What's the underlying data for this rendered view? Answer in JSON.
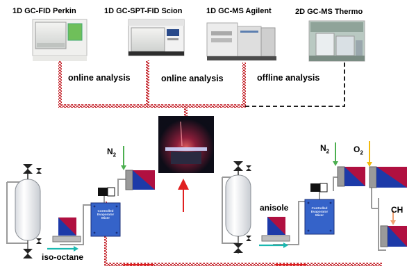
{
  "instruments": [
    {
      "label": "1D GC-FID Perkin"
    },
    {
      "label": "1D GC-SPT-FID Scion"
    },
    {
      "label": "1D GC-MS Agilent"
    },
    {
      "label": "2D GC-MS Thermo"
    }
  ],
  "analysis_labels": [
    {
      "label": "online analysis"
    },
    {
      "label": "online analysis"
    },
    {
      "label": "offline analysis"
    }
  ],
  "gases": {
    "n2": "N",
    "n2_sub": "2",
    "o2": "O",
    "o2_sub": "2",
    "ch_partial": "CH"
  },
  "liquids": {
    "left": "iso-octane",
    "right": "anisole"
  },
  "cem": {
    "line1": "Controlled",
    "line2": "Evaporator",
    "line3": "Mixer"
  },
  "colors": {
    "heated_line": "#c0141c",
    "flow_arrow": "#e02020",
    "liquid_arrow": "#19b8b0",
    "n2_arrow": "#4caf50",
    "o2_arrow": "#f2b90c",
    "ch_arrow": "#f0a070",
    "mfc_blue": "#1d3aa8",
    "mfc_red": "#b01040",
    "cem_blue": "#3563c9"
  },
  "icons": [
    "gc-instrument-icon",
    "flame-reactor-photo",
    "mass-flow-controller-icon",
    "liquid-tank-icon",
    "valve-icon",
    "evaporator-mixer-icon"
  ]
}
